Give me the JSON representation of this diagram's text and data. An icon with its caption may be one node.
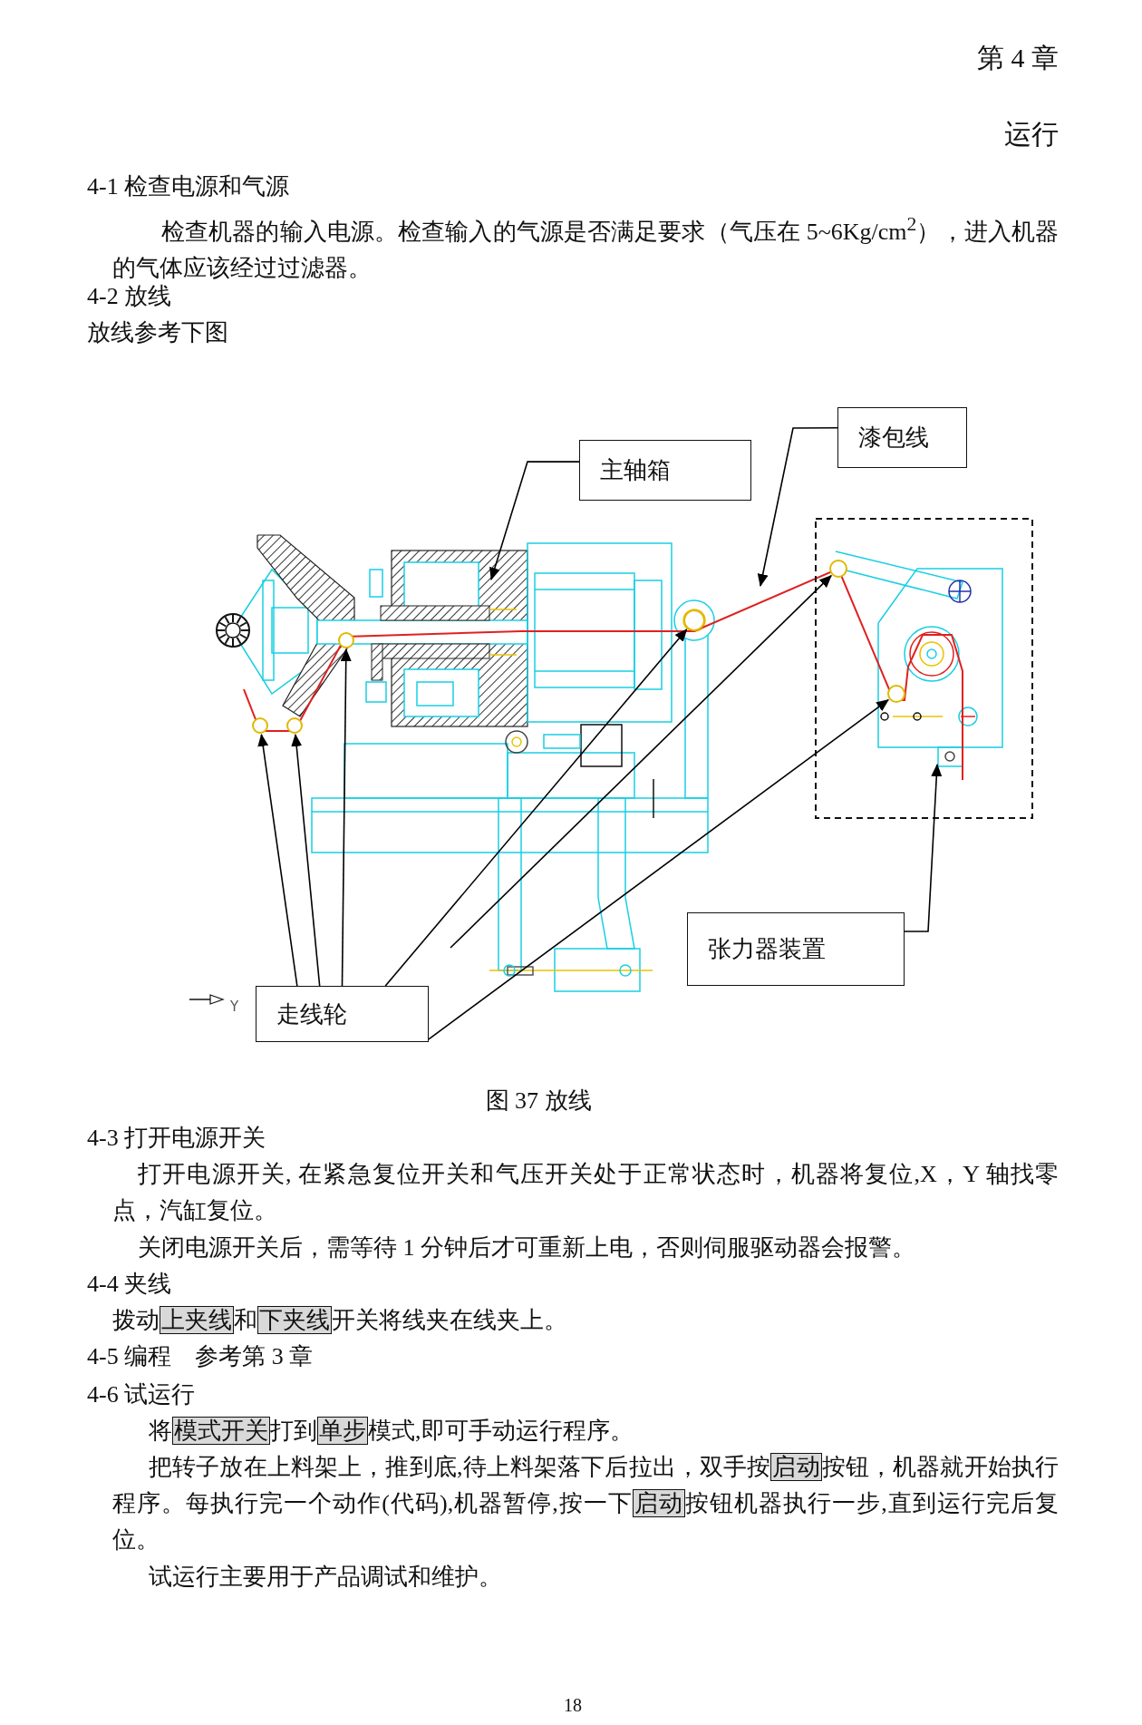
{
  "diagram": {
    "title": "第 4 章",
    "caption": "图 37  放线",
    "nodes": [
      {
        "text": [
          "主轴箱"
        ]
      },
      {
        "text": [
          "漆包线"
        ]
      },
      {
        "text": [
          "张力器装置"
        ]
      },
      {
        "text": [
          "走线轮"
        ]
      },
      {
        "text": [],
        "shape": "circle"
      },
      {
        "text": [],
        "shape": "circle"
      },
      {
        "text": [],
        "shape": "circle"
      },
      {
        "text": [],
        "shape": "circle"
      },
      {
        "text": [],
        "shape": "circle"
      },
      {
        "text": [],
        "shape": "circle"
      }
    ],
    "edges": [
      {
        "from": 0,
        "to": null,
        "arrow": "to"
      },
      {
        "from": 1,
        "to": null,
        "arrow": "to"
      },
      {
        "from": 2,
        "to": null,
        "arrow": "to"
      },
      {
        "from": 3,
        "to": 4,
        "arrow": "to"
      },
      {
        "from": 3,
        "to": 5,
        "arrow": "to"
      },
      {
        "from": 3,
        "to": 6,
        "arrow": "to"
      },
      {
        "from": 3,
        "to": 7,
        "arrow": "to"
      },
      {
        "from": null,
        "to": 8,
        "arrow": "to"
      },
      {
        "from": 3,
        "to": 9,
        "arrow": "to"
      }
    ],
    "labels": [
      "运行",
      "4-1 检查电源和气源",
      "检查机器的输入电源。检查输入的气源是否满足要求（气压在 5~6Kg/cm$^{2}$），进入机器的气体应该经过过滤器。",
      "4-2  放线",
      "放线参考下图",
      "Y",
      "4-3 打开电源开关",
      "打开电源开关, 在紧急复位开关和气压开关处于正常状态时，机器将复位,X，Y 轴找零点，汽缸复位。",
      "关闭电源开关后，需等待 1 分钟后才可重新上电，否则伺服驱动器会报警。",
      "4-4 夹线",
      "拨动",
      "上夹线",
      "和",
      "下夹线",
      "开关将线夹在线夹上。",
      "4-5 编程　参考第 3 章",
      "4-6 试运行",
      "将",
      "模式开关",
      "打到",
      "单步",
      "模式,即可手动运行程序。",
      "把转子放在上料架上，推到底,待上料架落下后拉出，双手按",
      "启动",
      "按钮，机器就开始执行程序。每执行完一个动作(代码),机器暂停,按一下",
      "启动",
      "按钮机器执行一步,直到运行完后复位。",
      "试运行主要用于产品调试和维护。",
      "18"
    ]
  }
}
